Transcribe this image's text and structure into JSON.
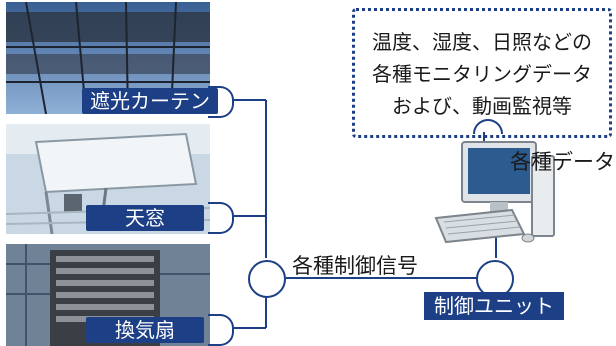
{
  "photos": [
    {
      "label": "遮光カーテン",
      "name": "shade-curtain-photo"
    },
    {
      "label": "天窓",
      "name": "skylight-photo"
    },
    {
      "label": "換気扇",
      "name": "ventilation-fan-photo"
    }
  ],
  "info_box": {
    "lines": [
      "温度、湿度、日照などの",
      "各種モニタリングデータ",
      "および、動画監視等"
    ]
  },
  "computer_label": "各種データ",
  "signal_label": "各種制御信号",
  "control_unit_label": "制御ユニット",
  "colors": {
    "navy": "#1c3f86"
  }
}
